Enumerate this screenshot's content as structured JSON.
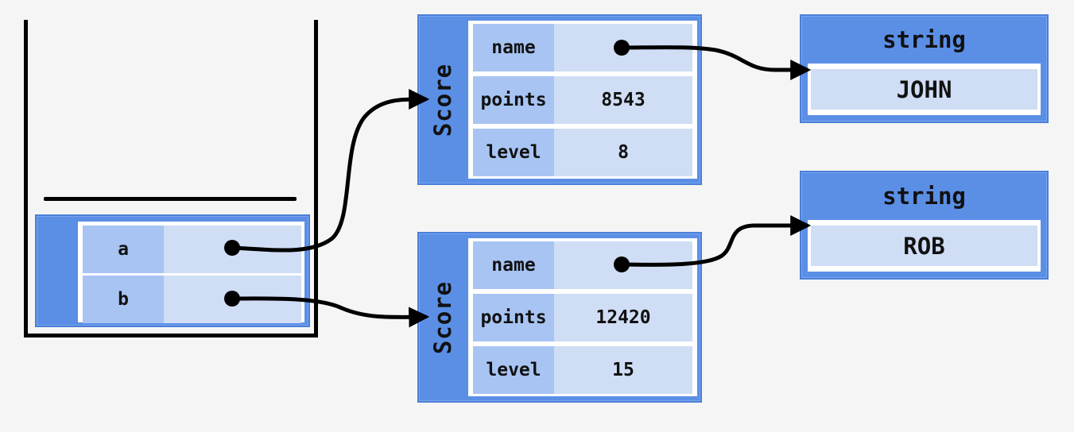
{
  "stack": {
    "rows": [
      {
        "key": "a"
      },
      {
        "key": "b"
      }
    ]
  },
  "score_objects": [
    {
      "label": "Score",
      "rows": [
        {
          "key": "name",
          "value": ""
        },
        {
          "key": "points",
          "value": "8543"
        },
        {
          "key": "level",
          "value": "8"
        }
      ]
    },
    {
      "label": "Score",
      "rows": [
        {
          "key": "name",
          "value": ""
        },
        {
          "key": "points",
          "value": "12420"
        },
        {
          "key": "level",
          "value": "15"
        }
      ]
    }
  ],
  "string_objects": [
    {
      "label": "string",
      "value": "JOHN"
    },
    {
      "label": "string",
      "value": "ROB"
    }
  ],
  "colors": {
    "frame": "#5b8fe6",
    "key_cell": "#a7c4f3",
    "value_cell": "#cfddf5",
    "arrow": "#000000",
    "background": "#f5f5f5"
  }
}
